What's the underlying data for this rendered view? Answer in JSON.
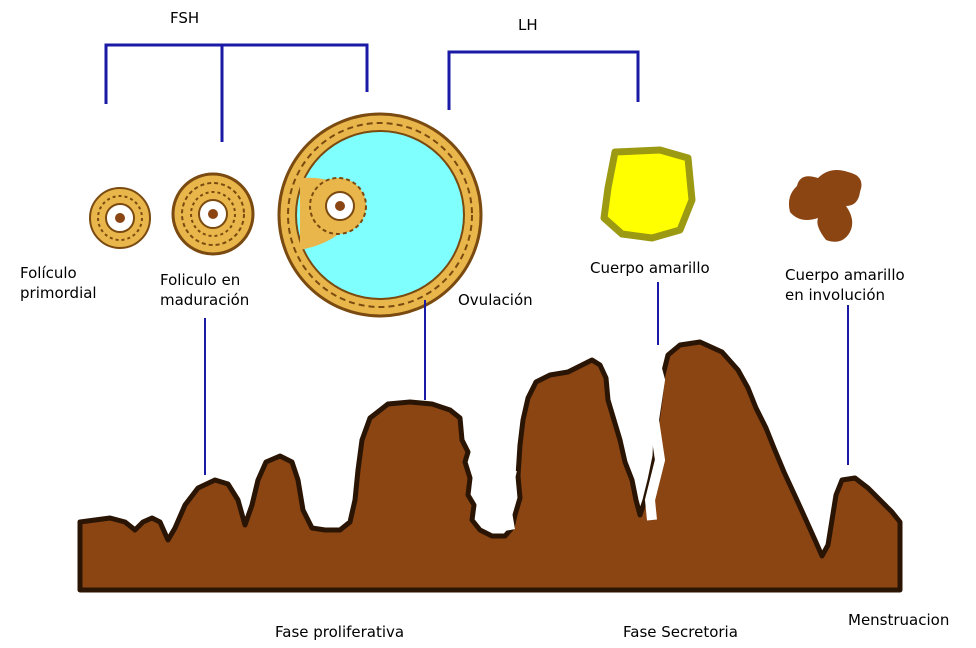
{
  "hormones": {
    "fsh": "FSH",
    "lh": "LH"
  },
  "structures": {
    "primordial_line1": "Folículo",
    "primordial_line2": "primordial",
    "maturing_line1": "Foliculo en",
    "maturing_line2": "maduración",
    "ovulation": "Ovulación",
    "corpus_luteum": "Cuerpo amarillo",
    "involution_line1": "Cuerpo amarillo",
    "involution_line2": "en involución"
  },
  "phases": {
    "proliferative": "Fase proliferativa",
    "secretory": "Fase Secretoria",
    "menstruation": "Menstruacion"
  },
  "colors": {
    "bracket": "#1a1aa6",
    "follicle_fill": "#e8b64a",
    "follicle_outline": "#7a4a10",
    "oocyte_center": "#8b4513",
    "antrum": "#80ffff",
    "corpus_luteum_fill": "#ffff00",
    "corpus_luteum_rim": "#9c9a12",
    "involution_body": "#8b4513",
    "endometrium": "#8b4513",
    "endometrium_outline": "#2a1505"
  }
}
